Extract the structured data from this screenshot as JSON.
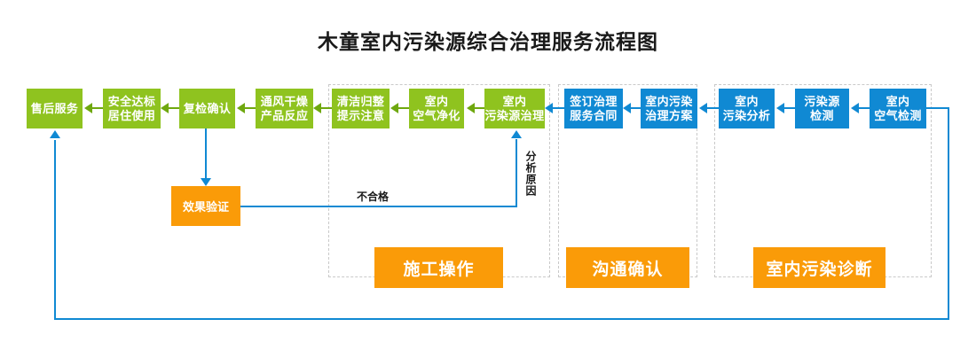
{
  "title": "木童室内污染源综合治理服务流程图",
  "groups": [
    {
      "label": "施工操作"
    },
    {
      "label": "沟通确认"
    },
    {
      "label": "室内污染诊断"
    }
  ],
  "nodes": {
    "green": [
      {
        "id": "after-sales",
        "line1": "售后服务",
        "line2": ""
      },
      {
        "id": "safe-live",
        "line1": "安全达标",
        "line2": "居住使用"
      },
      {
        "id": "recheck",
        "line1": "复检确认",
        "line2": ""
      },
      {
        "id": "dry-react",
        "line1": "通风干燥",
        "line2": "产品反应"
      },
      {
        "id": "clean-notice",
        "line1": "清洁归整",
        "line2": "提示注意"
      },
      {
        "id": "air-purify",
        "line1": "室内",
        "line2": "空气净化"
      },
      {
        "id": "source-treat",
        "line1": "室内",
        "line2": "污染源治理"
      }
    ],
    "blue": [
      {
        "id": "sign-contract",
        "line1": "签订治理",
        "line2": "服务合同"
      },
      {
        "id": "treat-plan",
        "line1": "室内污染",
        "line2": "治理方案"
      },
      {
        "id": "pollute-analys",
        "line1": "室内",
        "line2": "污染分析"
      },
      {
        "id": "source-detect",
        "line1": "污染源",
        "line2": "检测"
      },
      {
        "id": "air-detect",
        "line1": "室内",
        "line2": "空气检测"
      }
    ],
    "orange": [
      {
        "id": "effect-verify",
        "label": "效果验证"
      }
    ]
  },
  "edge_labels": {
    "fail": "不合格",
    "analyze_cause": "分析原因"
  },
  "colors": {
    "green": "#8FC31F",
    "green_arrow": "#6FA80F",
    "blue": "#1089D3",
    "orange": "#FA9B08",
    "dashed_border": "#c9c9c9",
    "title": "#1a1a1a"
  }
}
